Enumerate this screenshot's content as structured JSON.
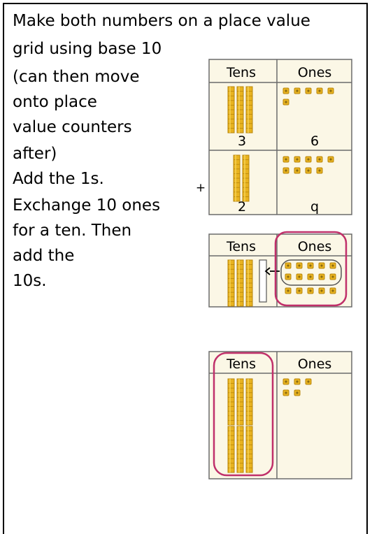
{
  "text": {
    "line1": "Make both numbers on a place value",
    "line2": "grid using base 10",
    "line3": "(can then move",
    "line4": "onto place",
    "line5": "value counters",
    "line6": "after)",
    "line7": "Add the 1s.",
    "line8": "Exchange 10 ones",
    "line9": "for a ten. Then",
    "line10": "add the",
    "line11": "10s."
  },
  "grid1": {
    "header_tens": "Tens",
    "header_ones": "Ones",
    "row1_tens_value": "3",
    "row1_ones_value": "6",
    "row2_tens_value": "2",
    "row2_ones_value": "q",
    "plus_sign": "+"
  },
  "grid2": {
    "header_tens": "Tens",
    "header_ones": "Ones"
  },
  "grid3": {
    "header_tens": "Tens",
    "header_ones": "Ones"
  },
  "colors": {
    "grid_fill": "#fbf7e6",
    "grid_line": "#6b6b6b",
    "block_gold": "#e8b320",
    "block_dark": "#b8860b",
    "highlight": "#c0306a"
  }
}
